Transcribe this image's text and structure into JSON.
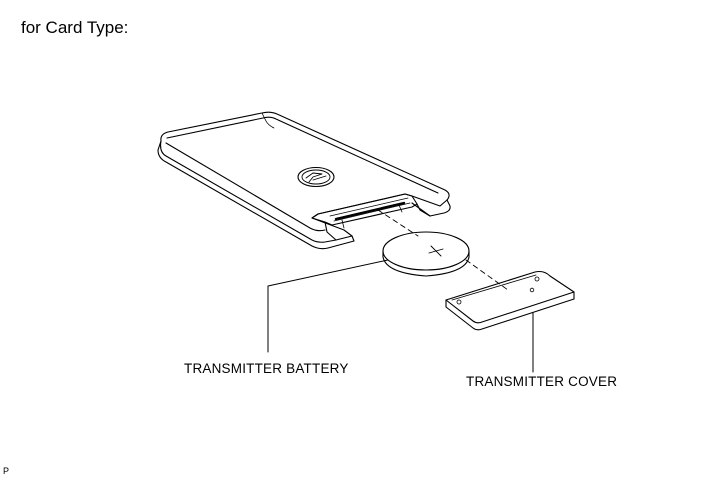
{
  "heading": "for Card Type:",
  "labels": {
    "battery": "TRANSMITTER BATTERY",
    "cover": "TRANSMITTER COVER"
  },
  "corner_code": "P"
}
